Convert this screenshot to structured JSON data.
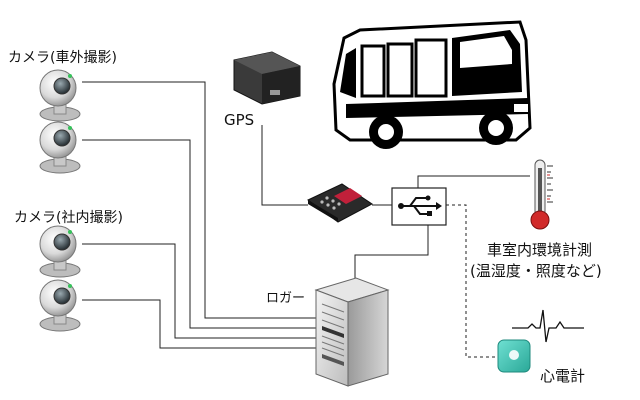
{
  "labels": {
    "camera_exterior": "カメラ(車外撮影)",
    "camera_interior": "カメラ(社内撮影)",
    "gps": "GPS",
    "logger": "ロガー",
    "env_sensor_line1": "車室内環境計測",
    "env_sensor_line2": "(温湿度・照度など)",
    "ecg": "心電計"
  },
  "icons": {
    "usb_hub": "usb-icon",
    "bus": "bus-icon",
    "thermometer": "thermometer-icon",
    "ecg_wave": "ecg-wave-icon"
  },
  "colors": {
    "line": "#222222",
    "ecg_device": "#3cc3b3",
    "thermometer_bulb": "#d12a2a",
    "gps_device": "#333333",
    "handheld_screen": "#c0203a"
  }
}
